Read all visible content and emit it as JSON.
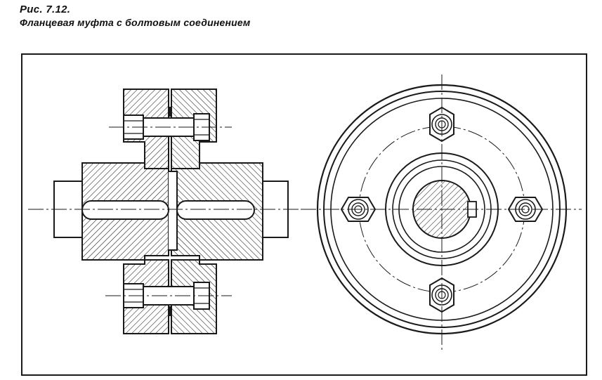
{
  "caption": {
    "number": "Рис. 7.12.",
    "title": "Фланцевая муфта с болтовым соединением"
  },
  "drawing": {
    "views": [
      "section-view",
      "end-view"
    ],
    "bolt_count": 4,
    "colors": {
      "ink": "#1a1a1a",
      "paper": "#ffffff"
    }
  }
}
